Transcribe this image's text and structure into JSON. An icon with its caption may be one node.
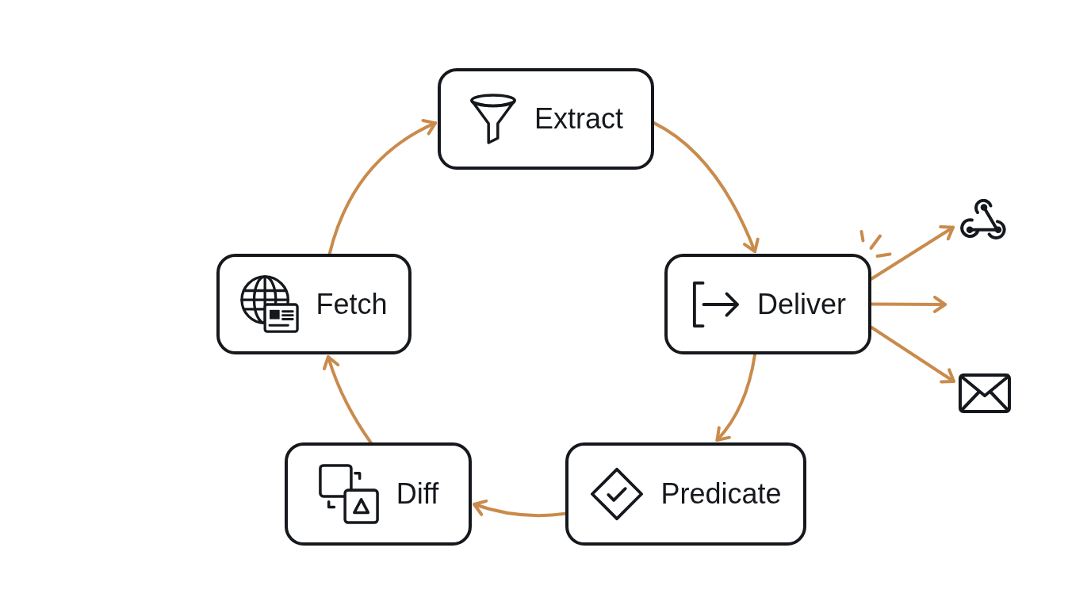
{
  "diagram": {
    "nodes": [
      {
        "text": [
          "Fetch"
        ]
      },
      {
        "text": [
          "Extract"
        ]
      },
      {
        "text": [
          "Deliver"
        ]
      },
      {
        "text": [
          "Predicate"
        ]
      },
      {
        "text": [
          "Diff"
        ]
      },
      {
        "text": [],
        "shape": "picture"
      },
      {
        "text": [],
        "shape": "picture"
      }
    ],
    "edges": [
      {
        "from": 0,
        "to": 1,
        "arrow": "to"
      },
      {
        "from": 1,
        "to": 2,
        "arrow": "to"
      },
      {
        "from": 2,
        "to": 3,
        "arrow": "to"
      },
      {
        "from": 3,
        "to": 4,
        "arrow": "to"
      },
      {
        "from": 4,
        "to": 0,
        "arrow": "to"
      },
      {
        "from": 2,
        "to": 5,
        "arrow": "to"
      },
      {
        "from": 2,
        "to": null,
        "arrow": "to"
      },
      {
        "from": 2,
        "to": 6,
        "arrow": "to"
      }
    ]
  }
}
